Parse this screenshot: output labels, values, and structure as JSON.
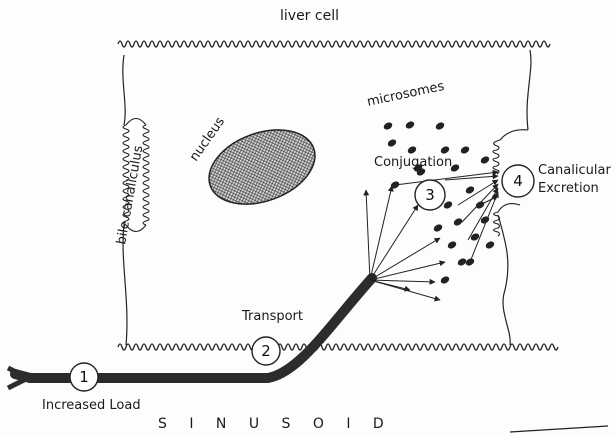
{
  "labels": {
    "liver_cell": "liver cell",
    "microsomes": "microsomes",
    "nucleus": "nucleus",
    "bile_canaliculus": "bile canaliculus",
    "conjugation": "Conjugation",
    "canalicular_line1": "Canalicular",
    "canalicular_line2": "Excretion",
    "transport": "Transport",
    "increased_load": "Increased Load",
    "sinusoid": "S I N U S O I D"
  },
  "steps": [
    "1",
    "2",
    "3",
    "4"
  ]
}
